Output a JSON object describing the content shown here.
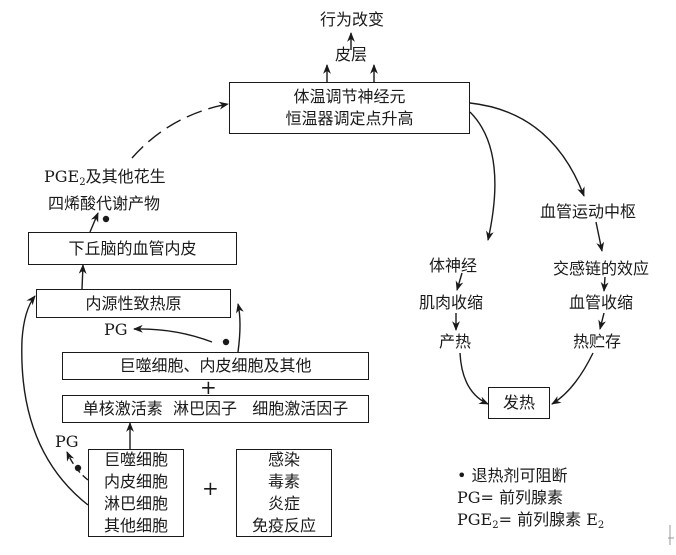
{
  "diagram": {
    "top": {
      "behavior": "行为改变",
      "cortex": "皮层"
    },
    "thermoregulatory_box": {
      "line1": "体温调节神经元",
      "line2": "恒温器调定点升高"
    },
    "pge2_label": {
      "line1_prefix": "PGE",
      "line1_sub": "2",
      "line1_suffix": "及其他花生",
      "line2": "四烯酸代谢产物"
    },
    "hypothalamus_box": "下丘脑的血管内皮",
    "endogenous_pyrogen_box": "内源性致热原",
    "pg_label_upper": "PG",
    "cells_box": "巨噬细胞、内皮细胞及其他",
    "plus_upper": "+",
    "factors_box": "单核激活素  淋巴因子   细胞激活因子",
    "pg_label_lower": "PG",
    "source_cells_box": [
      "巨噬细胞",
      "内皮细胞",
      "淋巴细胞",
      "其他细胞"
    ],
    "plus_lower": "+",
    "stimuli_box": [
      "感染",
      "毒素",
      "炎症",
      "免疫反应"
    ],
    "right_branch": {
      "vasomotor_center": "血管运动中枢",
      "sympathetic": "交感链的效应",
      "vasoconstriction": "血管收缩",
      "heat_storage": "热贮存"
    },
    "left_branch": {
      "somatic_nerve": "体神经",
      "muscle_contraction": "肌肉收缩",
      "heat_production": "产热"
    },
    "fever_box": "发热"
  },
  "legend": {
    "bullet": "•",
    "bullet_text": "退热剂可阻断",
    "pg_def": "PG= 前列腺素",
    "pge2_prefix": "PGE",
    "pge2_sub": "2",
    "pge2_mid": "= 前列腺素 E",
    "pge2_sub2": "2"
  }
}
